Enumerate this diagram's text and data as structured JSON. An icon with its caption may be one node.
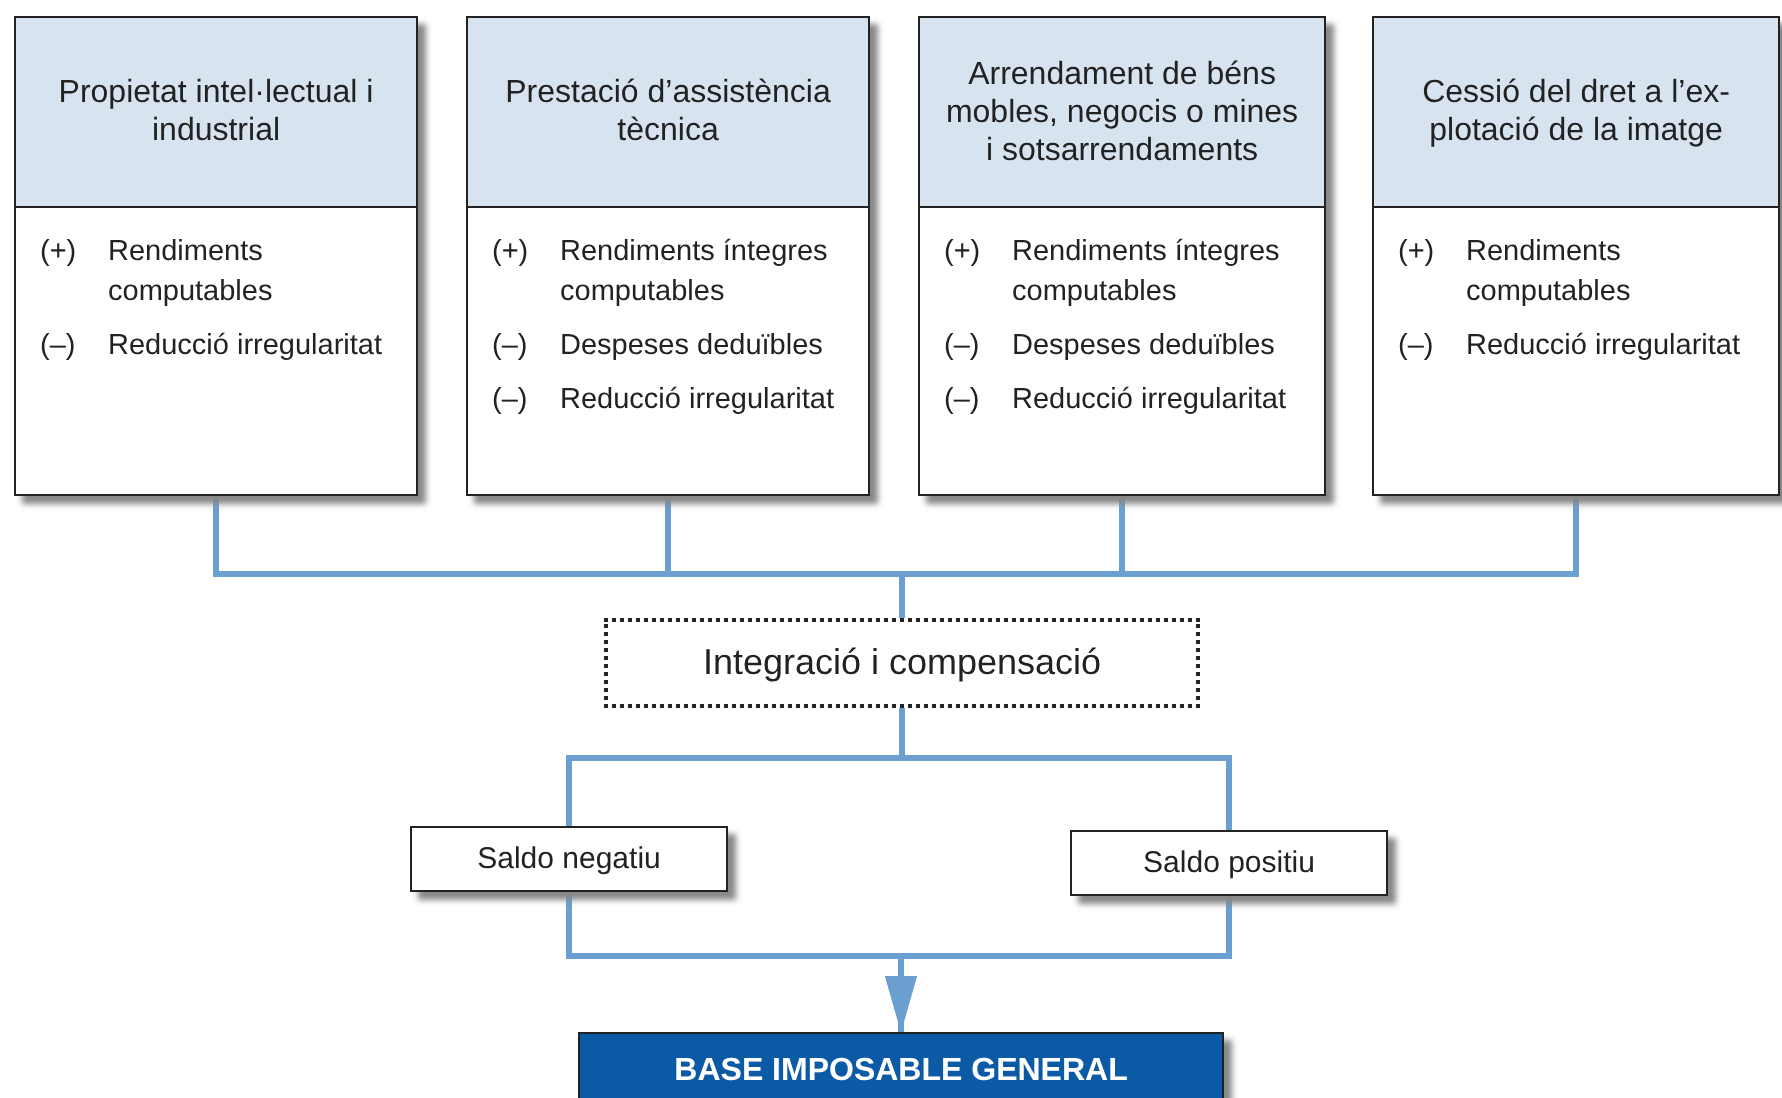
{
  "diagram": {
    "nodes": [
      {
        "text": [
          "Propietat intel·lectual i industrial",
          "(+)",
          "Rendiments computables",
          "(–)",
          "Reducció irregularitat"
        ]
      },
      {
        "text": [
          "Prestació d’assistència tècnica",
          "(+)",
          "Rendiments íntegres computables",
          "(–)",
          "Despeses deduïbles",
          "(–)",
          "Reducció irregularitat"
        ]
      },
      {
        "text": [
          "Arrendament de béns mobles, negocis o mines i sotsarrendaments",
          "(+)",
          "Rendiments íntegres computables",
          "(–)",
          "Despeses deduïbles",
          "(–)",
          "Reducció irregularitat"
        ]
      },
      {
        "text": [
          "Cessió del dret a l’ex-plotació de la imatge",
          "(+)",
          "Rendiments computables",
          "(–)",
          "Reducció irregularitat"
        ]
      },
      {
        "text": [
          "Integració i compensació"
        ]
      },
      {
        "text": [
          "Saldo negatiu"
        ]
      },
      {
        "text": [
          "Saldo positiu"
        ]
      },
      {
        "text": [
          "BASE IMPOSABLE GENERAL"
        ]
      }
    ],
    "edges": [
      {
        "from": 0,
        "to": 4,
        "arrow": "none"
      },
      {
        "from": 1,
        "to": 4,
        "arrow": "none"
      },
      {
        "from": 2,
        "to": 4,
        "arrow": "none"
      },
      {
        "from": 3,
        "to": 4,
        "arrow": "none"
      },
      {
        "from": 4,
        "to": 5,
        "arrow": "none"
      },
      {
        "from": 4,
        "to": 6,
        "arrow": "none"
      },
      {
        "from": 5,
        "to": 7,
        "arrow": "to"
      },
      {
        "from": 6,
        "to": 7,
        "arrow": "to"
      }
    ]
  }
}
